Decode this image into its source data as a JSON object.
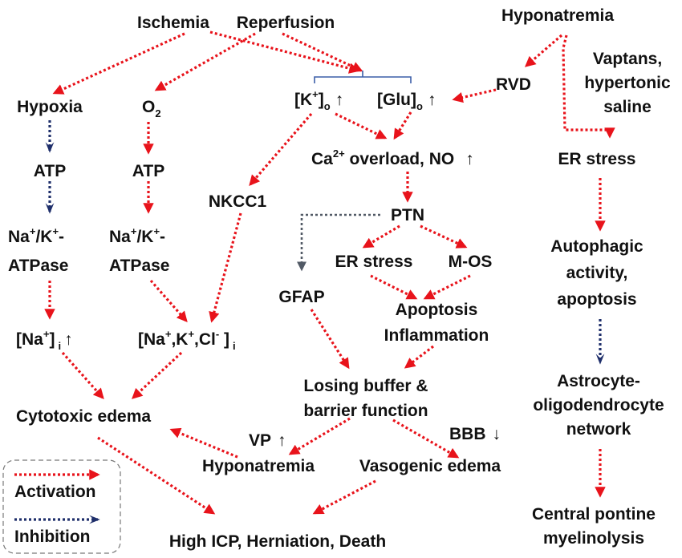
{
  "colors": {
    "activation": "#e8131b",
    "inhibition": "#1f2f6b",
    "neutral": "#525a66",
    "text": "#111111"
  },
  "nodes": {
    "ischemia": "Ischemia",
    "reperfusion": "Reperfusion",
    "hyponatremia_top": "Hyponatremia",
    "vaptans": [
      "Vaptans,",
      "hypertonic",
      "saline"
    ],
    "hypoxia": "Hypoxia",
    "o2": "O",
    "o2_sub": "2",
    "k_o": "[K",
    "k_o_sup": "+",
    "k_o_close": "]",
    "k_o_sub": "o",
    "up": "↑",
    "down": "↓",
    "glu_o": "[Glu]",
    "glu_o_sub": "o",
    "rvd": "RVD",
    "atp": "ATP",
    "ca_overload_pre": "Ca",
    "ca_overload_sup": "2+",
    "ca_overload_post": " overload, NO",
    "er_stress": "ER stress",
    "nkcc1": "NKCC1",
    "ptn": "PTN",
    "na_k_atpase_1": "Na",
    "na_k_atpase_sup1": "+",
    "na_k_atpase_mid": "/K",
    "na_k_atpase_sup2": "+",
    "na_k_atpase_end": "-",
    "atpase": "ATPase",
    "m_os": "M-OS",
    "autophagic": [
      "Autophagic",
      "activity,",
      "apoptosis"
    ],
    "gfap": "GFAP",
    "apoptosis_inflammation": [
      "Apoptosis",
      "Inflammation"
    ],
    "na_i_pre": "[Na",
    "na_i_sup": "+",
    "na_i_close": "]",
    "na_i_sub": "i",
    "nakcl_pre": "[Na",
    "nakcl_sup1": "+",
    "nakcl_mid1": ",K",
    "nakcl_sup2": "+",
    "nakcl_mid2": ",Cl",
    "nakcl_sup3": "-",
    "nakcl_close": " ]",
    "nakcl_sub": "i",
    "losing_buffer": [
      "Losing buffer &",
      "barrier function"
    ],
    "astro_network": [
      "Astrocyte-",
      "oligodendrocyte",
      "network"
    ],
    "cytotoxic_edema": "Cytotoxic edema",
    "vp": "VP",
    "bbb": "BBB",
    "hyponatremia_bottom": "Hyponatremia",
    "vasogenic_edema": "Vasogenic edema",
    "high_icp": "High ICP, Herniation,  Death",
    "central_pontine": [
      "Central pontine",
      "myelinolysis"
    ]
  },
  "legend": {
    "activation": "Activation",
    "inhibition": "Inhibition"
  }
}
